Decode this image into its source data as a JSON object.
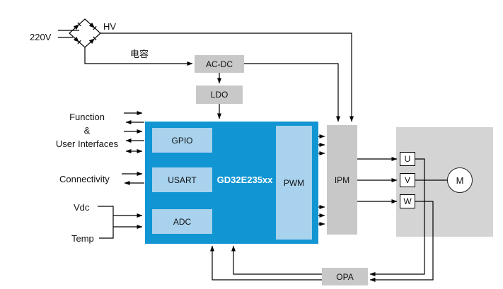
{
  "diagram": {
    "source_labels": {
      "mains": "220V",
      "hv": "HV",
      "capacitor": "电容"
    },
    "left_labels": {
      "function_line1": "Function",
      "function_line2": "&",
      "function_line3": "User Interfaces",
      "connectivity": "Connectivity",
      "vdc": "Vdc",
      "temp": "Temp"
    },
    "blocks": {
      "acdc": "AC-DC",
      "ldo": "LDO",
      "mcu": "GD32E235xx",
      "gpio": "GPIO",
      "usart": "USART",
      "adc": "ADC",
      "pwm": "PWM",
      "ipm": "IPM",
      "opa": "OPA",
      "motor": "M",
      "phase_u": "U",
      "phase_v": "V",
      "phase_w": "W"
    },
    "colors": {
      "mcu_blue": "#1295d3",
      "peripheral_blue": "#a8d2ed",
      "block_gray": "#c8c8c8",
      "motor_area_gray": "#d4d4d4",
      "line_black": "#000000"
    }
  }
}
